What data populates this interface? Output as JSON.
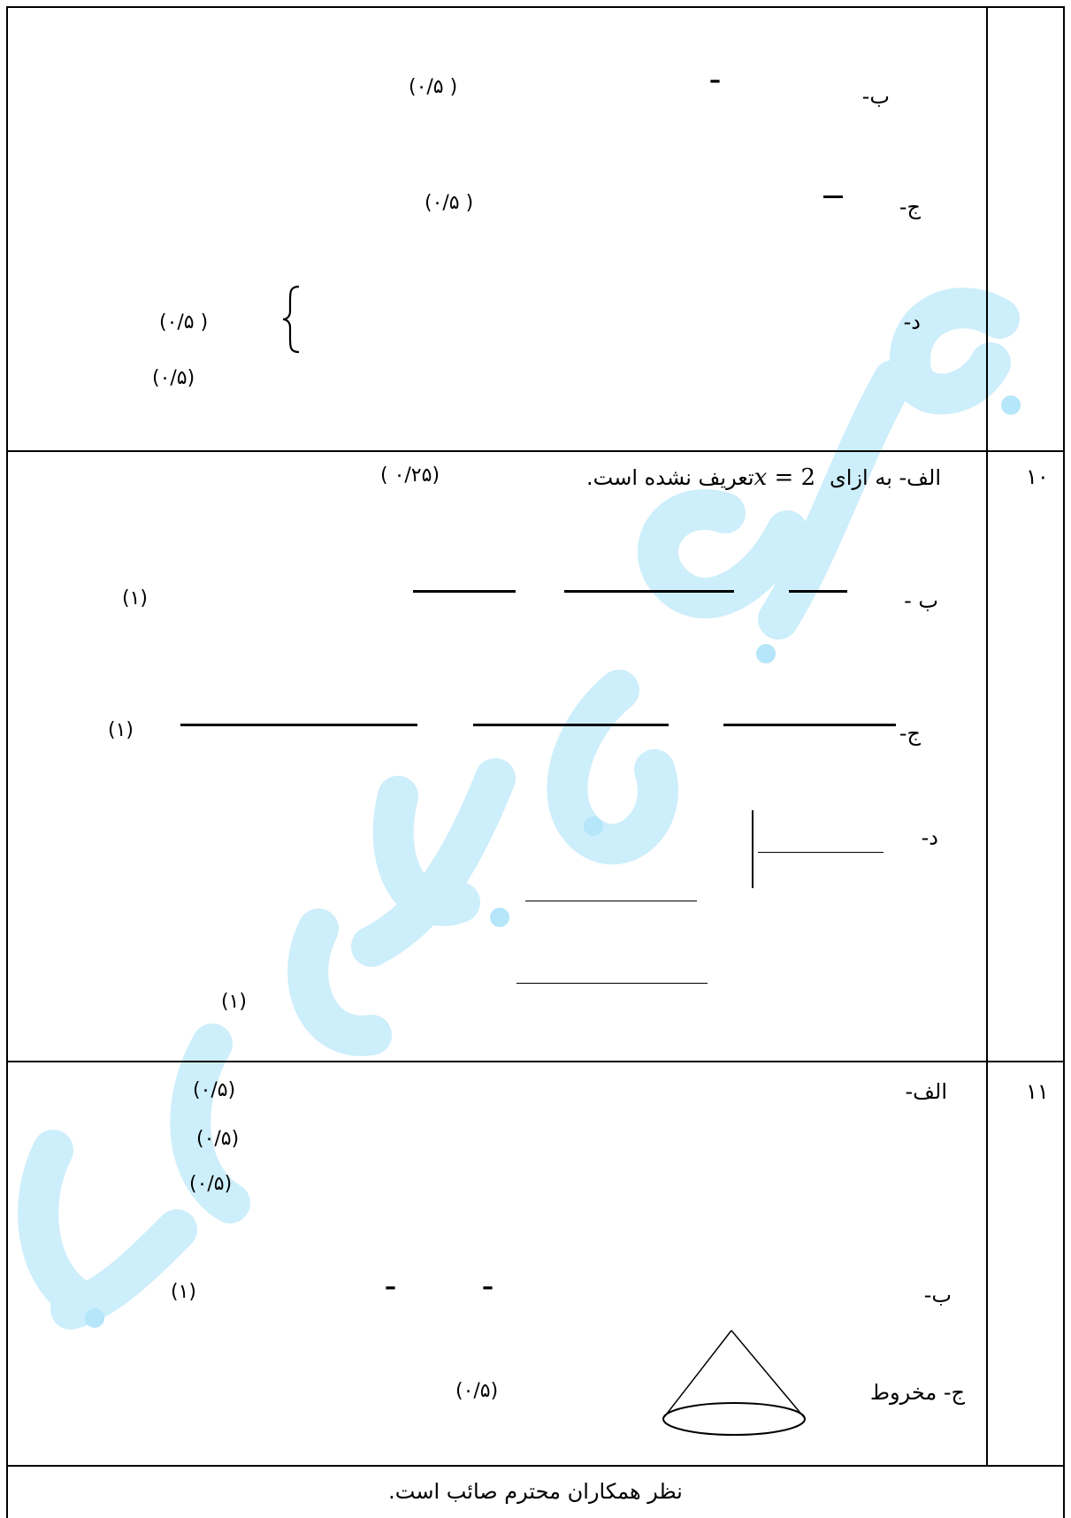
{
  "q9": {
    "b_label": "ب-",
    "b_points": "(۰/۵ )",
    "c_label": "ج-",
    "c_points": "(۰/۵ )",
    "d_label": "د-",
    "d_points_1": "(۰/۵ )",
    "d_points_2": "(۰/۵)",
    "dash": "–"
  },
  "q10": {
    "number": "۱۰",
    "a_text_before": "الف- به ازای",
    "a_math_var": "x",
    "a_math_rest": " = 2",
    "a_text_after": "تعریف نشده است.",
    "a_points": "( ۰/۲۵)",
    "b_label": "ب -",
    "b_points": "(۱)",
    "c_label": "ج-",
    "c_points": "(۱)",
    "d_label": "د-",
    "d_points": "(۱)"
  },
  "q11": {
    "number": "۱۱",
    "a_label": "الف-",
    "a_points_1": "(۰/۵)",
    "a_points_2": "(۰/۵)",
    "a_points_3": "(۰/۵)",
    "b_label": "ب-",
    "b_points": "(۱)",
    "dash": "–",
    "c_label": "ج- مخروط",
    "c_points": "(۰/۵)"
  },
  "footer": {
    "note": "نظر همکاران محترم صائب است."
  },
  "colors": {
    "watermark": "#cdeefb",
    "watermark_dot": "#b5e6fa",
    "border": "#000000"
  },
  "icons": {
    "cone": "cone-diagram-icon",
    "brace": "left-brace-icon",
    "watermark": "school-watermark-logo"
  }
}
